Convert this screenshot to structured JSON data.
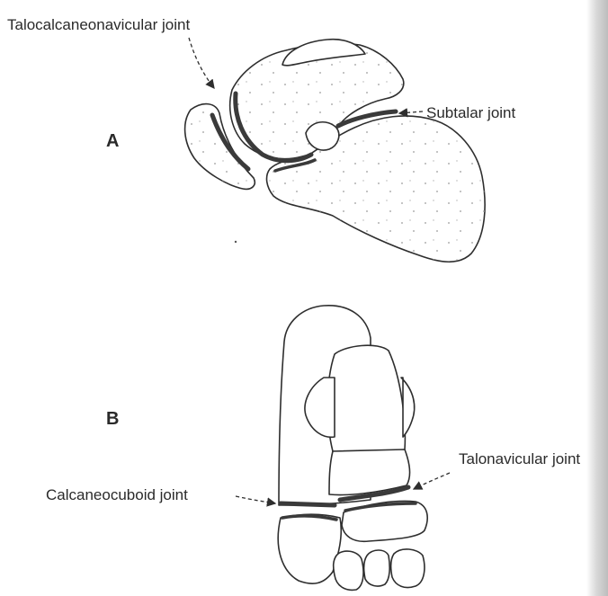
{
  "panels": {
    "a": "A",
    "b": "B"
  },
  "labels": {
    "talocalcaneonavicular": "Talocalcaneonavicular joint",
    "subtalar": "Subtalar joint",
    "calcaneocuboid": "Calcaneocuboid joint",
    "talonavicular": "Talonavicular joint"
  }
}
